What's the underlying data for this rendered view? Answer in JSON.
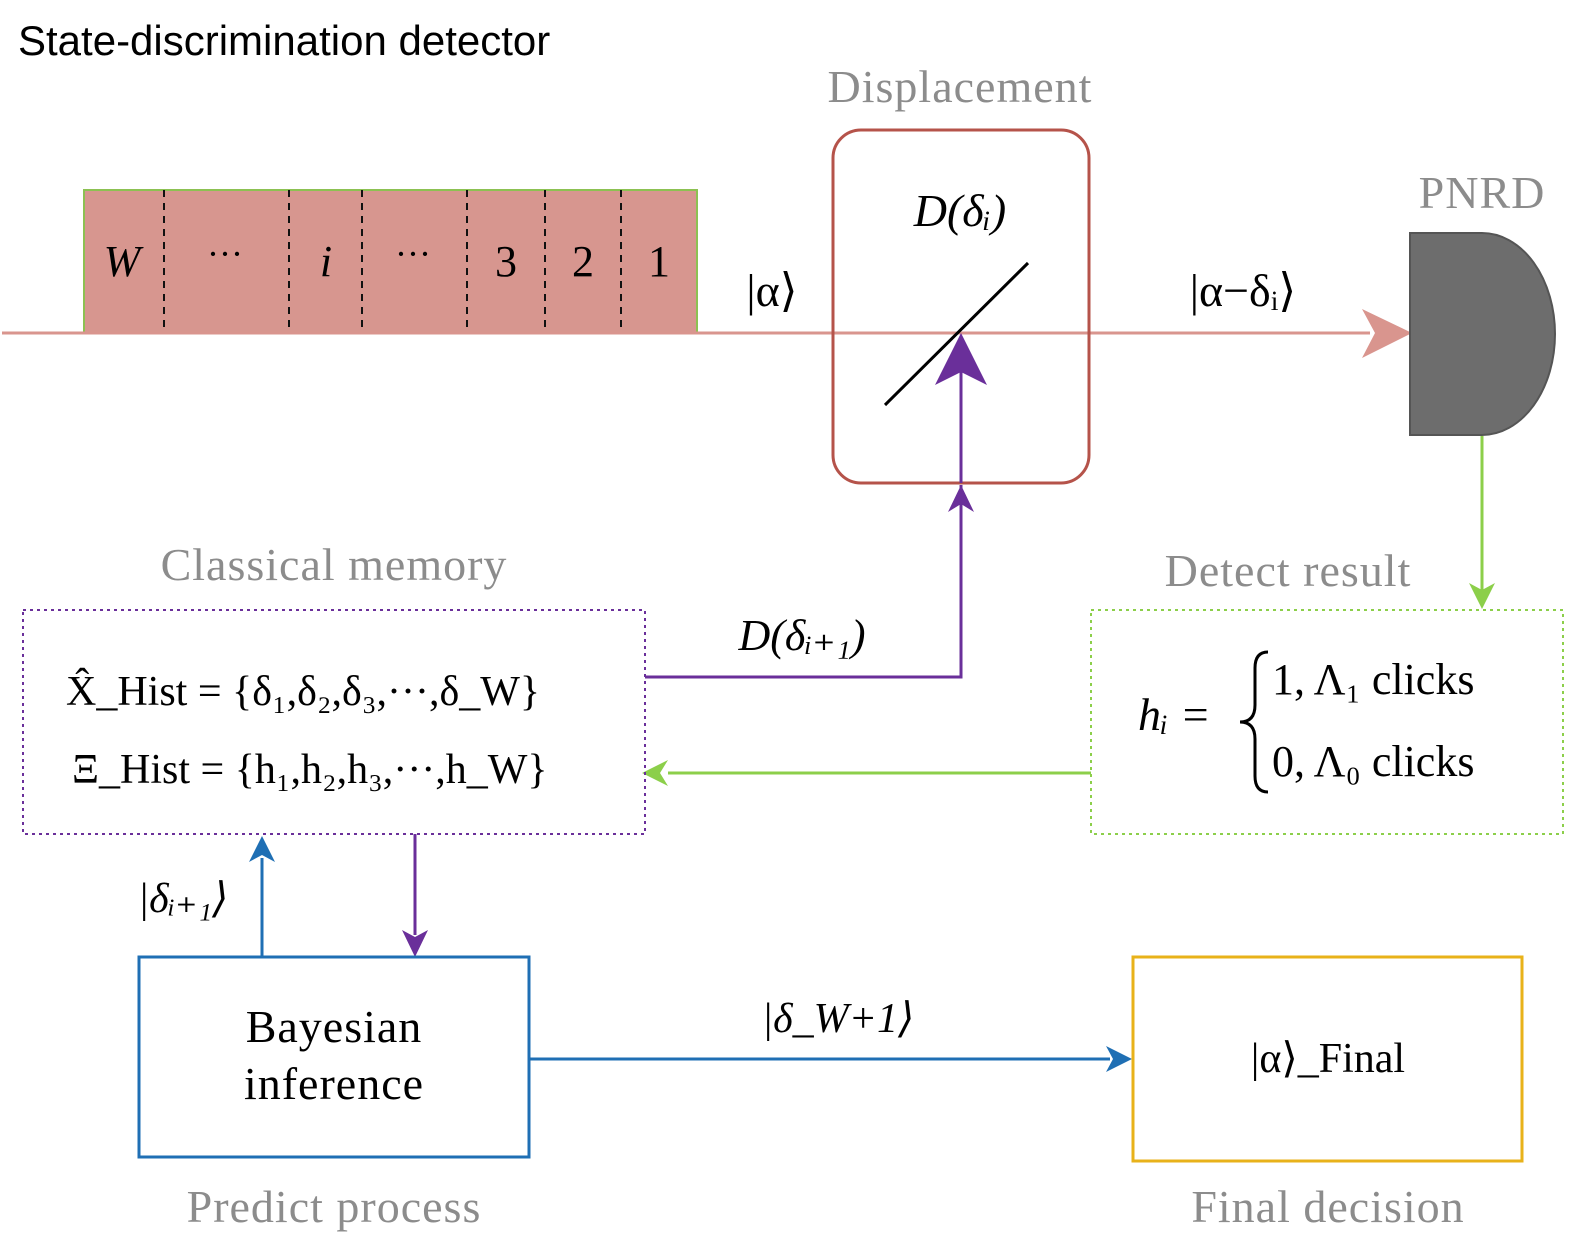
{
  "title": "State-discrimination detector",
  "labels": {
    "displacement": "Displacement",
    "pnrd": "PNRD",
    "classical_memory": "Classical memory",
    "detect_result": "Detect result",
    "predict_process": "Predict process",
    "final_decision": "Final decision"
  },
  "pulse_train": {
    "slots": [
      "W",
      "···",
      "i",
      "···",
      "3",
      "2",
      "1"
    ]
  },
  "beams": {
    "input_state": "|α⟩",
    "output_state": "|α−δᵢ⟩",
    "displacement_op": "D(δᵢ)",
    "feedback_op": "D(δᵢ₊₁)",
    "next_delta": "|δᵢ₊₁⟩",
    "final_delta": "|δ_W+1⟩"
  },
  "memory": {
    "x_hist": "X̂_Hist = {δ₁,δ₂,δ₃,···,δ_W}",
    "xi_hist": "Ξ_Hist = {h₁,h₂,h₃,···,h_W}"
  },
  "detect": {
    "lhs": "hᵢ =",
    "case1": "1, Λ₁ clicks",
    "case0": "0, Λ₀ clicks"
  },
  "bayes": {
    "line1": "Bayesian",
    "line2": "inference"
  },
  "final": {
    "state": "|α⟩_Final"
  },
  "colors": {
    "beam": "#d9958e",
    "pulse_fill": "#d7968f",
    "pulse_border": "#8cc152",
    "displacement_box": "#b5534a",
    "detector": "#6d6d6d",
    "purple": "#6a2f9a",
    "green": "#8ccf4a",
    "blue": "#1f6fb4",
    "gold": "#e8b21a",
    "gray_label": "#8c8c8c"
  }
}
